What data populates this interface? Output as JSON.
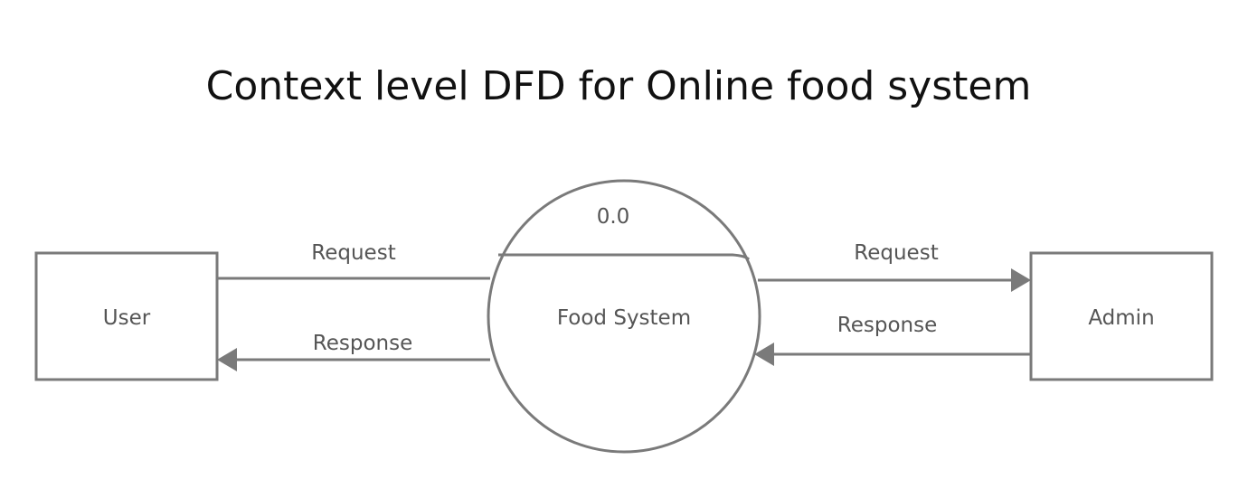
{
  "title": "Context level DFD for Online food system",
  "entities": {
    "user": "User",
    "admin": "Admin"
  },
  "process": {
    "number": "0.0",
    "name": "Food System"
  },
  "flows": {
    "user_request": "Request",
    "user_response": "Response",
    "admin_request": "Request",
    "admin_response": "Response"
  },
  "colors": {
    "stroke": "#7a7a7a",
    "title": "#111111",
    "label": "#555555"
  }
}
